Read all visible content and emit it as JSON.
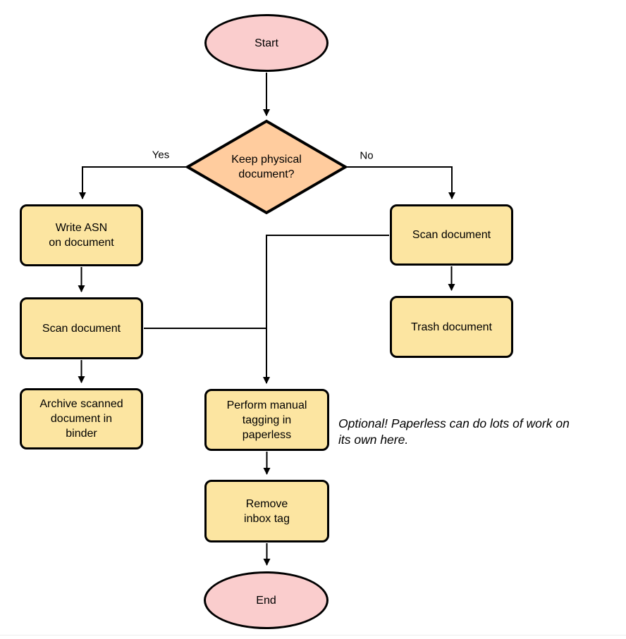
{
  "diagram": {
    "type": "flowchart",
    "nodes": {
      "start": {
        "label": "Start",
        "shape": "ellipse"
      },
      "decision": {
        "label": "Keep physical\ndocument?",
        "shape": "diamond"
      },
      "write_asn": {
        "label": "Write ASN\non document",
        "shape": "process"
      },
      "scan_left": {
        "label": "Scan document",
        "shape": "process"
      },
      "archive": {
        "label": "Archive scanned\ndocument in\nbinder",
        "shape": "process"
      },
      "scan_right": {
        "label": "Scan document",
        "shape": "process"
      },
      "trash": {
        "label": "Trash document",
        "shape": "process"
      },
      "tagging": {
        "label": "Perform manual\ntagging in\npaperless",
        "shape": "process"
      },
      "remove_inbox": {
        "label": "Remove\ninbox tag",
        "shape": "process"
      },
      "end": {
        "label": "End",
        "shape": "ellipse"
      }
    },
    "edge_labels": {
      "yes": "Yes",
      "no": "No"
    },
    "annotation": "Optional! Paperless can do lots of work on\nits own here.",
    "colors": {
      "terminal_fill": "#FACDCD",
      "decision_fill": "#FFCC9E",
      "process_fill": "#FCE5A1",
      "stroke": "#000000",
      "edge": "#000000"
    }
  }
}
